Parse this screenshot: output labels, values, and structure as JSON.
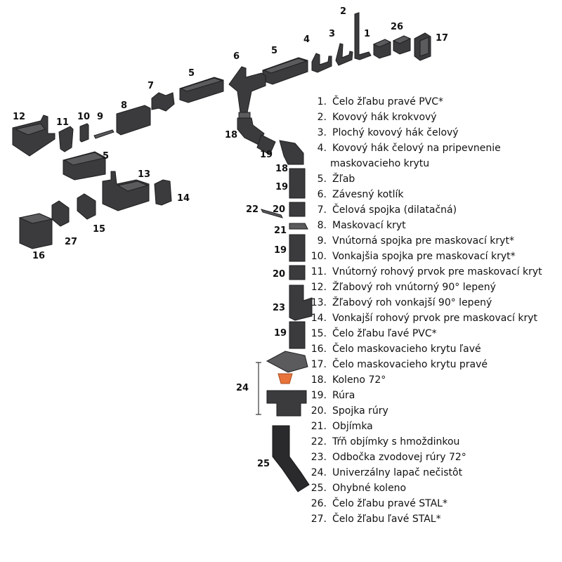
{
  "callouts": {
    "c1": "1",
    "c2": "2",
    "c4": "4",
    "c3": "3",
    "c26": "26",
    "c17": "17",
    "c5a": "5",
    "c6": "6",
    "c5b": "5",
    "c7": "7",
    "c12": "12",
    "c11": "11",
    "c10": "10",
    "c9": "9",
    "c8": "8",
    "c5c": "5",
    "c13": "13",
    "c14": "14",
    "c15": "15",
    "c27": "27",
    "c16": "16",
    "c18a": "18",
    "c19a": "19",
    "c18b": "18",
    "c19b": "19",
    "c22": "22",
    "c20a": "20",
    "c21": "21",
    "c19c": "19",
    "c20b": "20",
    "c23": "23",
    "c19d": "19",
    "c24": "24",
    "c25": "25"
  },
  "legend": [
    {
      "n": "1.",
      "t": "Čelo žľabu pravé PVC*"
    },
    {
      "n": "2.",
      "t": "Kovový hák krokvový"
    },
    {
      "n": "3.",
      "t": "Plochý kovový hák čelový"
    },
    {
      "n": "4.",
      "t": "Kovový hák čelový na pripevnenie"
    },
    {
      "n": "",
      "t": "maskovacieho krytu"
    },
    {
      "n": "5.",
      "t": "Žľab"
    },
    {
      "n": "6.",
      "t": "Závesný kotlík"
    },
    {
      "n": "7.",
      "t": "Čelová spojka (dilatačná)"
    },
    {
      "n": "8.",
      "t": "Maskovací kryt"
    },
    {
      "n": "9.",
      "t": "Vnútorná spojka pre maskovací kryt*"
    },
    {
      "n": "10.",
      "t": "Vonkajšia spojka pre maskovací kryt*"
    },
    {
      "n": "11.",
      "t": "Vnútorný rohový prvok pre maskovací kryt"
    },
    {
      "n": "12.",
      "t": "Žľabový roh vnútorný 90° lepený"
    },
    {
      "n": "13.",
      "t": "Žľabový roh vonkajší 90° lepený"
    },
    {
      "n": "14.",
      "t": "Vonkajší rohový prvok pre maskovací kryt"
    },
    {
      "n": "15.",
      "t": "Čelo žľabu ľavé PVC*"
    },
    {
      "n": "16.",
      "t": "Čelo maskovacieho krytu ľavé"
    },
    {
      "n": "17.",
      "t": "Čelo maskovacieho krytu pravé"
    },
    {
      "n": "18.",
      "t": "Koleno 72°"
    },
    {
      "n": "19.",
      "t": "Rúra"
    },
    {
      "n": "20.",
      "t": "Spojka rúry"
    },
    {
      "n": "21.",
      "t": "Objímka"
    },
    {
      "n": "22.",
      "t": "Tŕň objímky s hmoždinkou"
    },
    {
      "n": "23.",
      "t": "Odbočka zvodovej rúry 72°"
    },
    {
      "n": "24.",
      "t": "Univerzálny lapač nečistôt"
    },
    {
      "n": "25.",
      "t": "Ohybné koleno"
    },
    {
      "n": "26.",
      "t": "Čelo žľabu pravé STAL*"
    },
    {
      "n": "27.",
      "t": "Čelo žľabu ľavé STAL*"
    }
  ],
  "colors": {
    "part": "#3b3b3d",
    "basket": "#e8743b"
  }
}
